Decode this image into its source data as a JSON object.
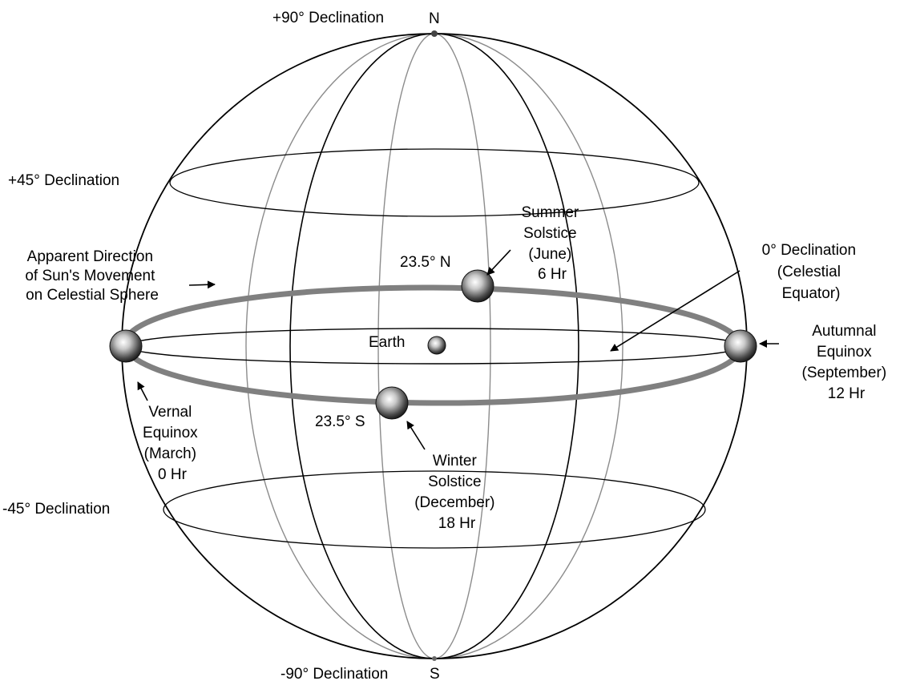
{
  "labels": {
    "plus90": "+90°  Declination",
    "north": "N",
    "plus45": "+45° Declination",
    "apparent": [
      "Apparent Direction",
      "of Sun's Movement",
      "on Celestial Sphere"
    ],
    "summer": [
      "Summer",
      "Solstice",
      "(June)",
      "6 Hr"
    ],
    "north_tilt": "23.5° N",
    "zero_decl": [
      "0° Declination",
      "(Celestial",
      "Equator)"
    ],
    "earth": "Earth",
    "autumnal": [
      "Autumnal",
      "Equinox",
      "(September)",
      "12 Hr"
    ],
    "vernal": [
      "Vernal",
      "Equinox",
      "(March)",
      "0 Hr"
    ],
    "south_tilt": "23.5° S",
    "winter": [
      "Winter",
      "Solstice",
      "(December)",
      "18 Hr"
    ],
    "minus45": "-45° Declination",
    "minus90": "-90°  Declination",
    "south": "S"
  },
  "colors": {
    "sphere_lines": "#000000",
    "meridian_grey": "#8c8c8c",
    "ecliptic": "#808080",
    "sun_highlight": "#ffffff",
    "sun_shadow": "#222222"
  }
}
